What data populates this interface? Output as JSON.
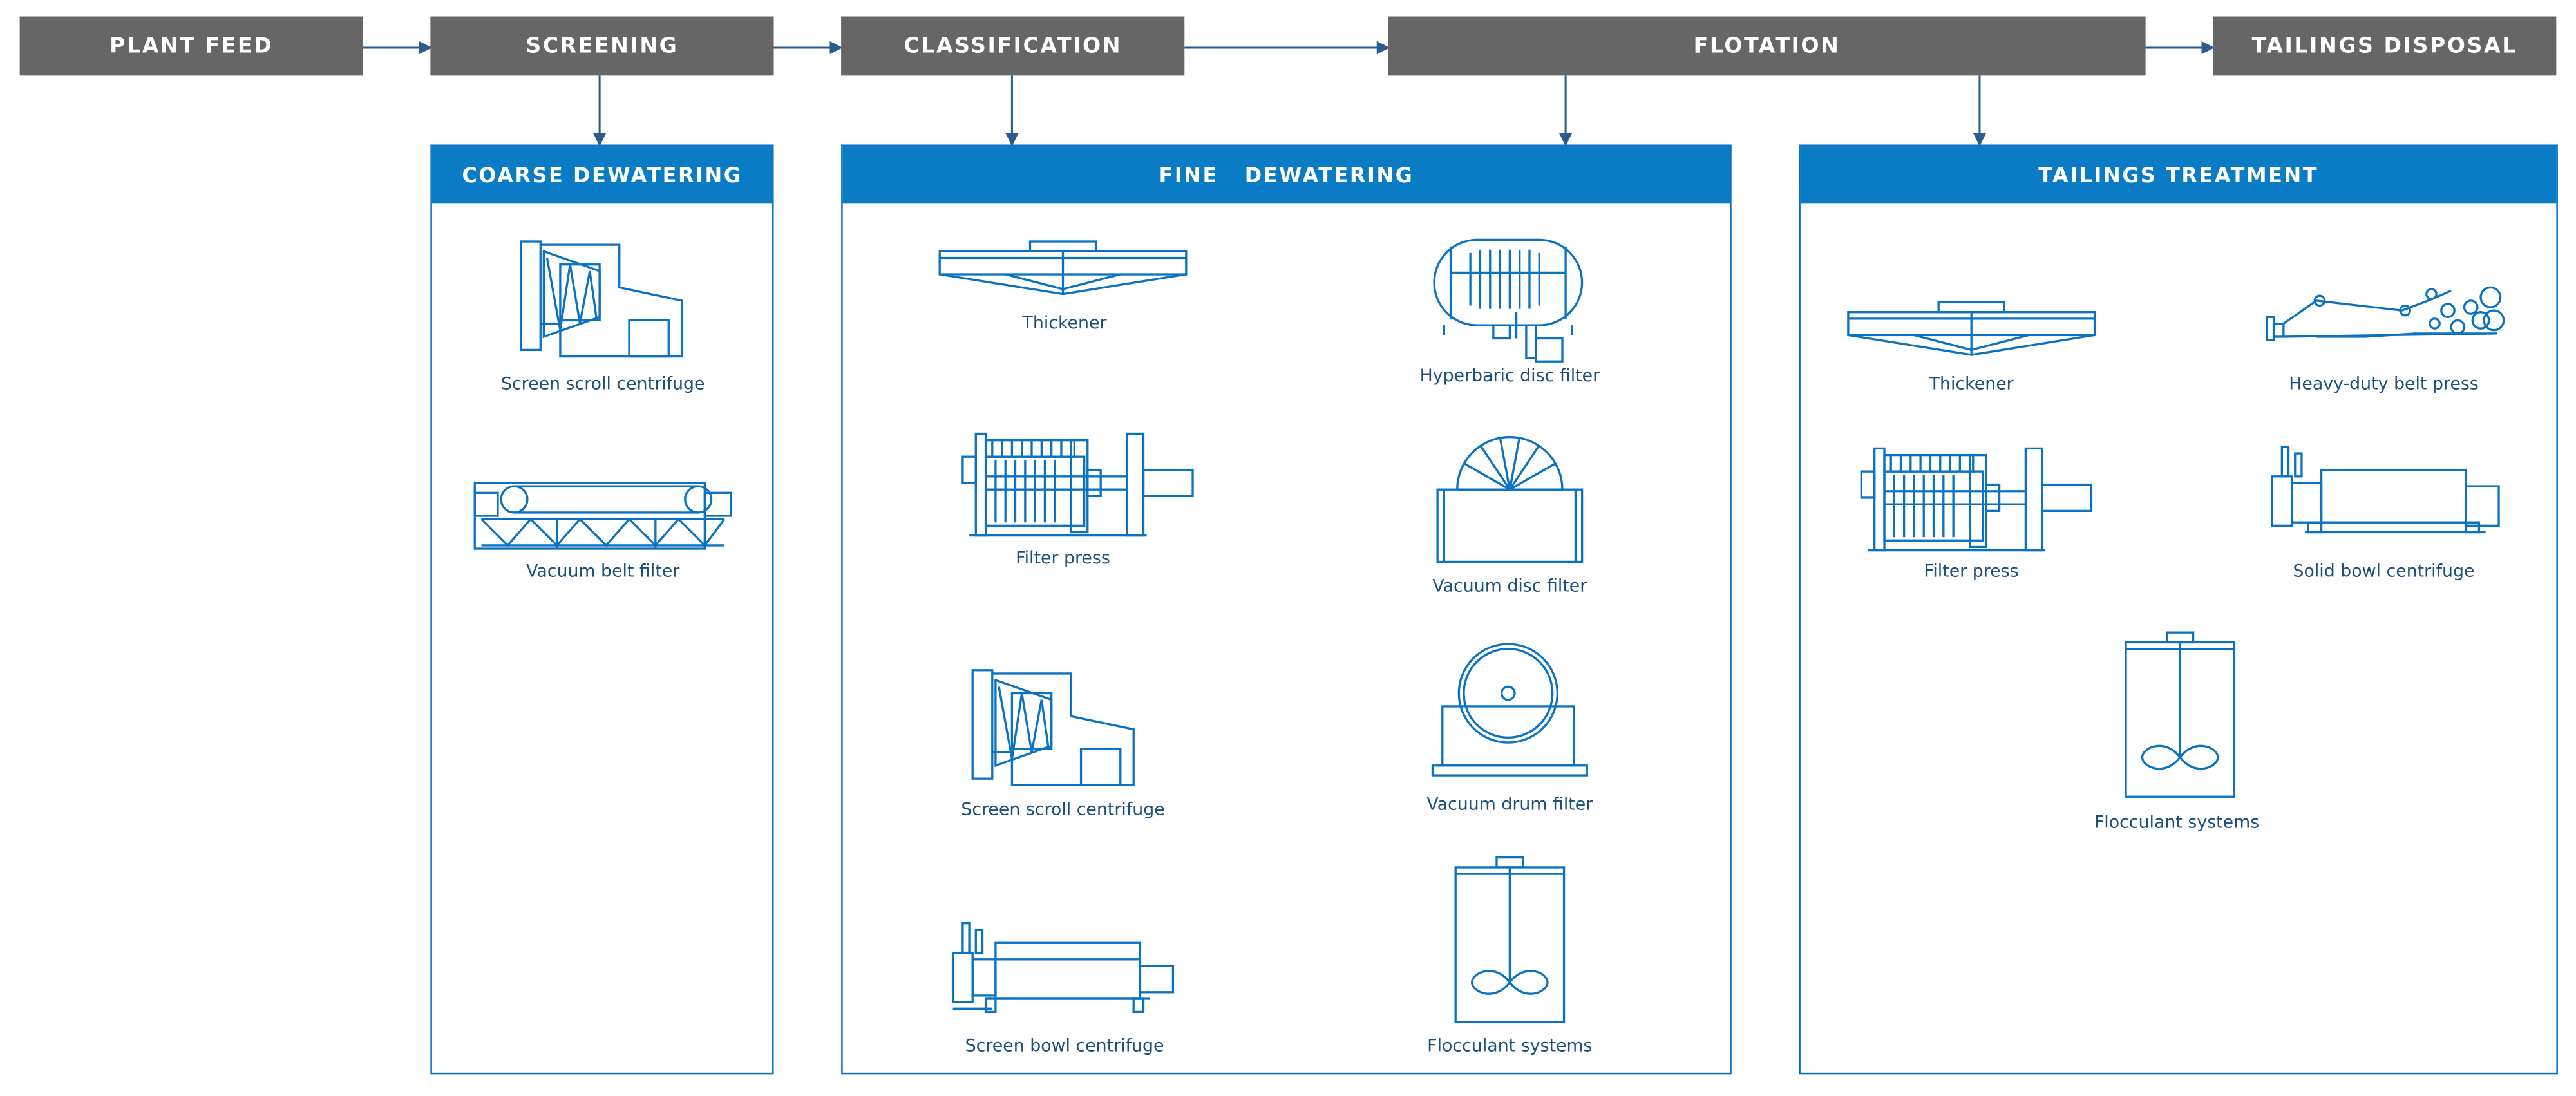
{
  "colors": {
    "header_gray": "#666666",
    "panel_blue": "#0a7cc6",
    "line_blue": "#0a72c0",
    "arrow": "#2a5b8c"
  },
  "steps": {
    "plant_feed": "PLANT FEED",
    "screening": "SCREENING",
    "classification": "CLASSIFICATION",
    "flotation": "FLOTATION",
    "tailings_disposal": "TAILINGS DISPOSAL"
  },
  "panels": {
    "coarse": {
      "title": "COARSE DEWATERING",
      "items": {
        "screen_scroll": {
          "label": "Screen scroll centrifuge",
          "icon": "screen-scroll-centrifuge-icon"
        },
        "vacuum_belt": {
          "label": "Vacuum belt filter",
          "icon": "vacuum-belt-filter-icon"
        }
      }
    },
    "fine": {
      "title": "FINE   DEWATERING",
      "items": {
        "thickener": {
          "label": "Thickener",
          "icon": "thickener-icon"
        },
        "hyperbaric": {
          "label": "Hyperbaric disc filter",
          "icon": "hyperbaric-disc-filter-icon"
        },
        "filter_press": {
          "label": "Filter press",
          "icon": "filter-press-icon"
        },
        "vacuum_disc": {
          "label": "Vacuum disc filter",
          "icon": "vacuum-disc-filter-icon"
        },
        "screen_scroll": {
          "label": "Screen scroll centrifuge",
          "icon": "screen-scroll-centrifuge-icon"
        },
        "vacuum_drum": {
          "label": "Vacuum drum filter",
          "icon": "vacuum-drum-filter-icon"
        },
        "screen_bowl": {
          "label": "Screen bowl centrifuge",
          "icon": "screen-bowl-centrifuge-icon"
        },
        "flocculant": {
          "label": "Flocculant systems",
          "icon": "flocculant-systems-icon"
        }
      }
    },
    "tailings": {
      "title": "TAILINGS TREATMENT",
      "items": {
        "thickener": {
          "label": "Thickener",
          "icon": "thickener-icon"
        },
        "belt_press": {
          "label": "Heavy-duty belt press",
          "icon": "heavy-duty-belt-press-icon"
        },
        "filter_press": {
          "label": "Filter press",
          "icon": "filter-press-icon"
        },
        "solid_bowl": {
          "label": "Solid bowl centrifuge",
          "icon": "solid-bowl-centrifuge-icon"
        },
        "flocculant": {
          "label": "Flocculant systems",
          "icon": "flocculant-systems-icon"
        }
      }
    }
  }
}
